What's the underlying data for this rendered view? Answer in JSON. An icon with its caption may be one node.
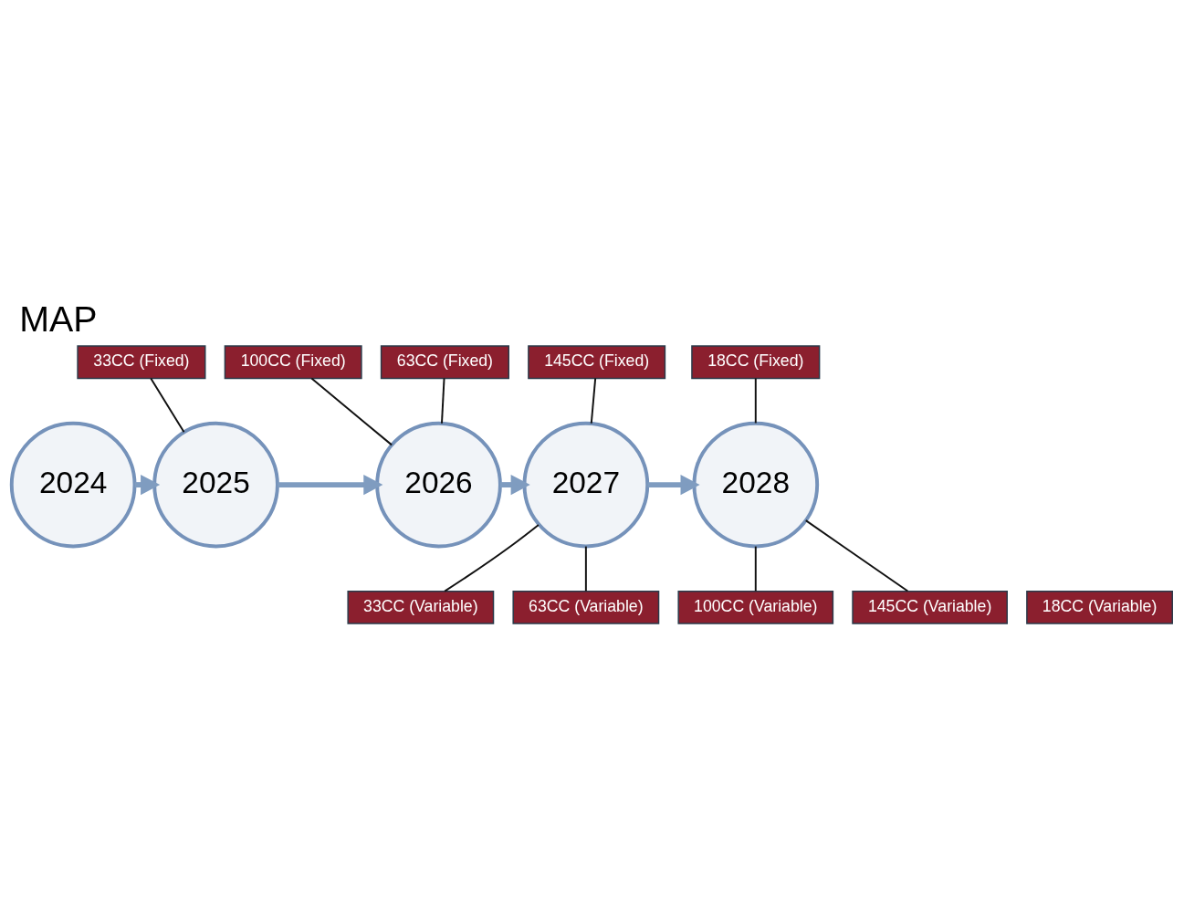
{
  "diagram": {
    "title": "MAP",
    "nodes": [
      {
        "text": [
          "18CC (Fixed)"
        ]
      },
      {
        "text": [
          "145CC (Fixed)"
        ]
      },
      {
        "text": [
          "100CC (Fixed)"
        ]
      },
      {
        "text": [
          "63CC (Fixed)"
        ]
      },
      {
        "text": [
          "33CC (Fixed)"
        ]
      },
      {
        "text": [
          "2024"
        ]
      },
      {
        "text": [
          "2025"
        ]
      },
      {
        "text": [
          "2026"
        ]
      },
      {
        "text": [
          "2027"
        ]
      },
      {
        "text": [
          "2028"
        ]
      },
      {
        "text": [
          "33CC (Variable)"
        ]
      },
      {
        "text": [
          "63CC (Variable)"
        ]
      },
      {
        "text": [
          "100CC (Variable)"
        ]
      },
      {
        "text": [
          "145CC (Variable)"
        ]
      },
      {
        "text": [
          "18CC (Variable)"
        ]
      }
    ],
    "edges": [
      {
        "from": 5,
        "to": 6,
        "arrow": "to",
        "style": "thick",
        "color": "#7f9cc0"
      },
      {
        "from": 6,
        "to": 7,
        "arrow": "to",
        "style": "thick",
        "color": "#7f9cc0"
      },
      {
        "from": 7,
        "to": 8,
        "arrow": "to",
        "style": "thick",
        "color": "#7f9cc0"
      },
      {
        "from": 8,
        "to": 9,
        "arrow": "to",
        "style": "thick",
        "color": "#7f9cc0"
      },
      {
        "from": 4,
        "to": 6,
        "arrow": "none"
      },
      {
        "from": 3,
        "to": 7,
        "arrow": "none"
      },
      {
        "from": 2,
        "to": 7,
        "arrow": "none"
      },
      {
        "from": 1,
        "to": 8,
        "arrow": "none"
      },
      {
        "from": 0,
        "to": 9,
        "arrow": "none"
      },
      {
        "from": 10,
        "to": 8,
        "arrow": "none"
      },
      {
        "from": 11,
        "to": 8,
        "arrow": "none"
      },
      {
        "from": 12,
        "to": 9,
        "arrow": "none"
      },
      {
        "from": 13,
        "to": 9,
        "arrow": "none"
      }
    ]
  }
}
